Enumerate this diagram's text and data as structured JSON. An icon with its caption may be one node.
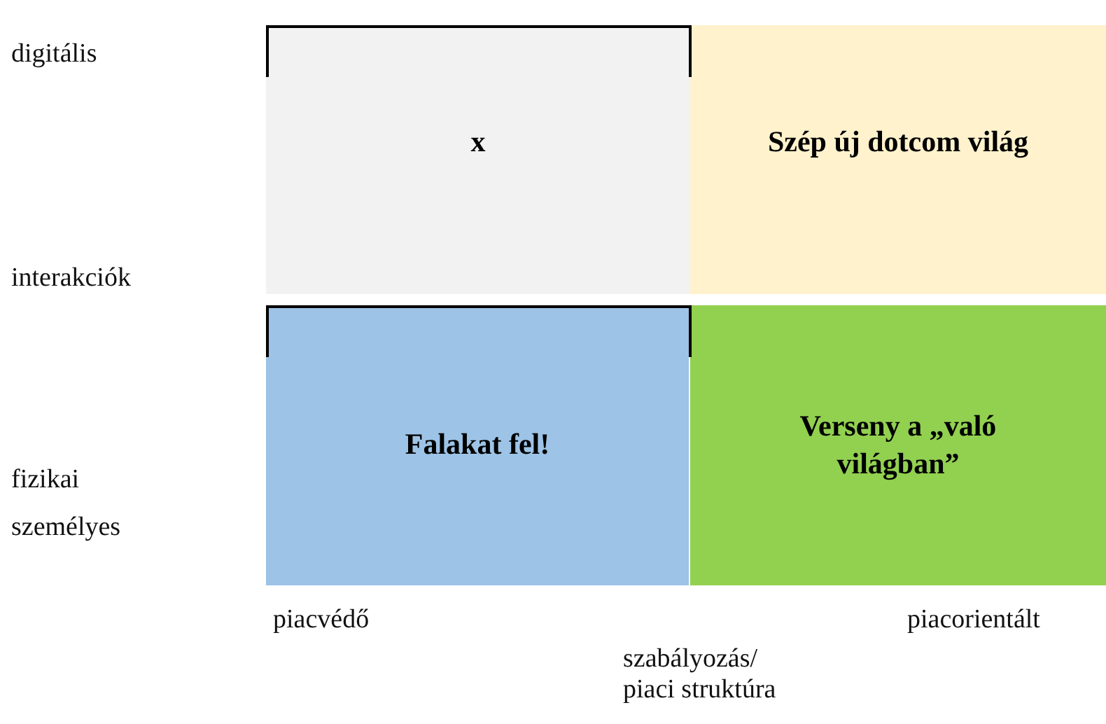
{
  "diagram": {
    "nodes": [
      {
        "text": [
          "x"
        ]
      },
      {
        "text": [
          "Szép új dotcom világ"
        ]
      },
      {
        "text": [
          "Falakat fel!"
        ]
      },
      {
        "text": [
          "Verseny a „való világban”"
        ]
      }
    ],
    "labels": [
      "digitális",
      "interakciók",
      "fizikai",
      "személyes",
      "piacvédő",
      "piacorientált",
      "szabályozás/ piaci struktúra"
    ]
  }
}
